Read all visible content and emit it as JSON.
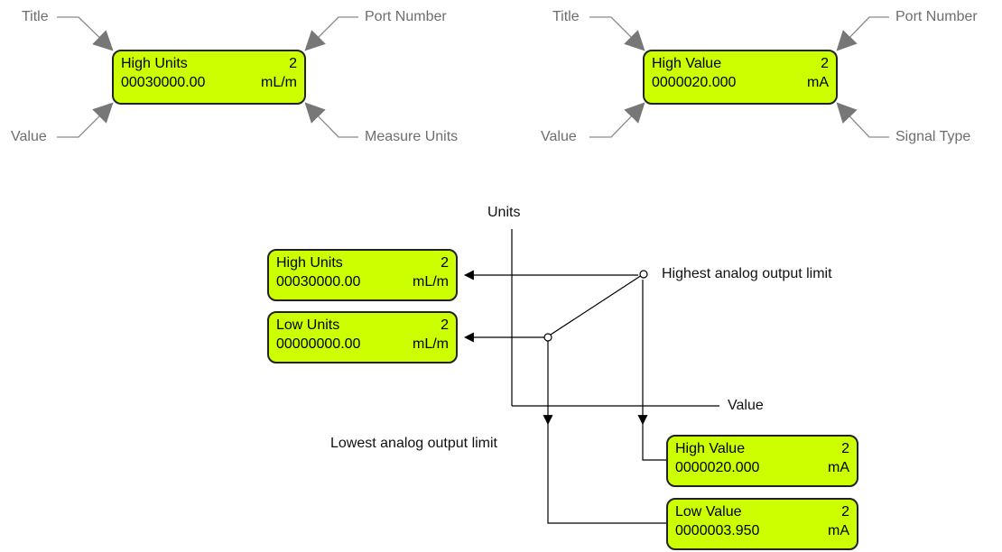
{
  "callouts_units": {
    "title": "Title",
    "value": "Value",
    "port": "Port Number",
    "units": "Measure Units",
    "display": {
      "title": "High Units",
      "port": "2",
      "value": "00030000.00",
      "units": "mL/m"
    }
  },
  "callouts_signal": {
    "title": "Title",
    "value": "Value",
    "port": "Port Number",
    "signal": "Signal Type",
    "display": {
      "title": "High Value",
      "port": "2",
      "value": "0000020.000",
      "units": "mA"
    }
  },
  "graph": {
    "y_axis_label": "Units",
    "x_axis_label": "Value",
    "highest_label": "Highest analog output limit",
    "lowest_label": "Lowest analog output limit",
    "high_units": {
      "title": "High Units",
      "port": "2",
      "value": "00030000.00",
      "units": "mL/m"
    },
    "low_units": {
      "title": "Low Units",
      "port": "2",
      "value": "00000000.00",
      "units": "mL/m"
    },
    "high_value": {
      "title": "High Value",
      "port": "2",
      "value": "0000020.000",
      "units": "mA"
    },
    "low_value": {
      "title": "Low Value",
      "port": "2",
      "value": "0000003.950",
      "units": "mA"
    }
  },
  "colors": {
    "lcd_background": "#ccff00",
    "callout_gray": "#6e6e6e"
  }
}
